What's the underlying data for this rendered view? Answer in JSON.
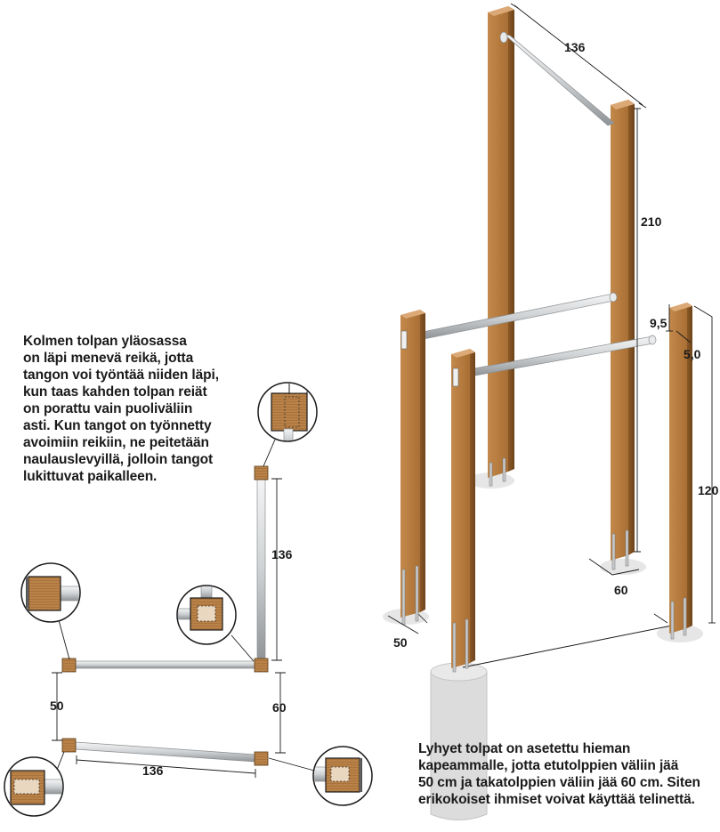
{
  "captions": {
    "left": [
      "Kolmen tolpan yläosassa",
      "on läpi menevä reikä, jotta",
      "tangon voi työntää niiden läpi,",
      "kun taas kahden tolpan reiät",
      "on porattu vain puoliväliin",
      "asti. Kun tangot on työnnetty",
      "avoimiin reikiin, ne peitetään",
      "naulauslevyillä, jolloin tangot",
      "lukittuvat paikalleen."
    ],
    "right": [
      "Lyhyet tolpat on asetettu hieman",
      "kapeammalle, jotta etutolppien väliin jää",
      "50 cm ja takatolppien väliin jää 60 cm. Siten",
      "erikokoiset ihmiset voivat käyttää telinettä."
    ]
  },
  "plan_dimensions": {
    "top_bar": "136",
    "bottom_bar": "136",
    "left_gap": "50",
    "right_gap": "60"
  },
  "assembly_dimensions": {
    "top_bar": "136",
    "tall_post_height": "210",
    "short_post_height": "120",
    "post_depth": "9,5",
    "post_width": "5,0",
    "back_spacing": "60",
    "front_spacing": "50"
  },
  "colors": {
    "wood": "#b0763a",
    "wood_dark": "#7d4f22",
    "wood_light": "#cf9a5e",
    "bar": "#d7d9da",
    "bar_edge": "#8c8f91",
    "concrete": "#dcdcdc",
    "line": "#1a1a1a"
  }
}
